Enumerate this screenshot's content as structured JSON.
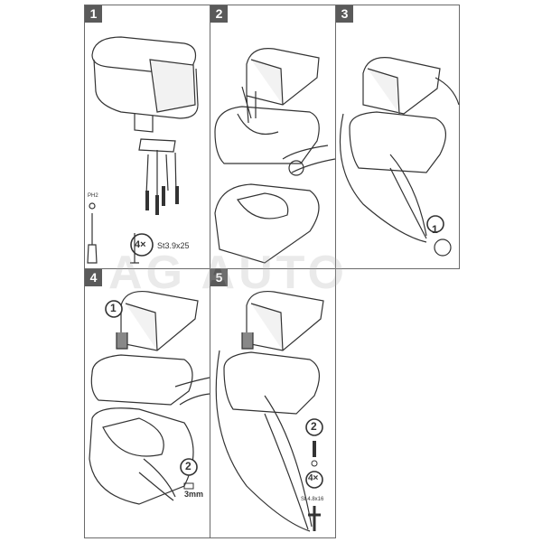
{
  "panels": [
    {
      "number": "1",
      "screw_count": "4×",
      "screw_spec": "St3.9x25",
      "tool_label": "PH2"
    },
    {
      "number": "2"
    },
    {
      "number": "3",
      "callout": "1"
    },
    {
      "number": "4",
      "callout_1": "1",
      "callout_2": "2",
      "measure": "3mm"
    },
    {
      "number": "5",
      "callout": "2",
      "screw_count": "4×",
      "screw_spec": "St 4.8x16"
    }
  ],
  "watermark": "AG AUTO",
  "colors": {
    "line": "#333333",
    "badge": "#5a5a5a",
    "border": "#6a6a6a"
  }
}
